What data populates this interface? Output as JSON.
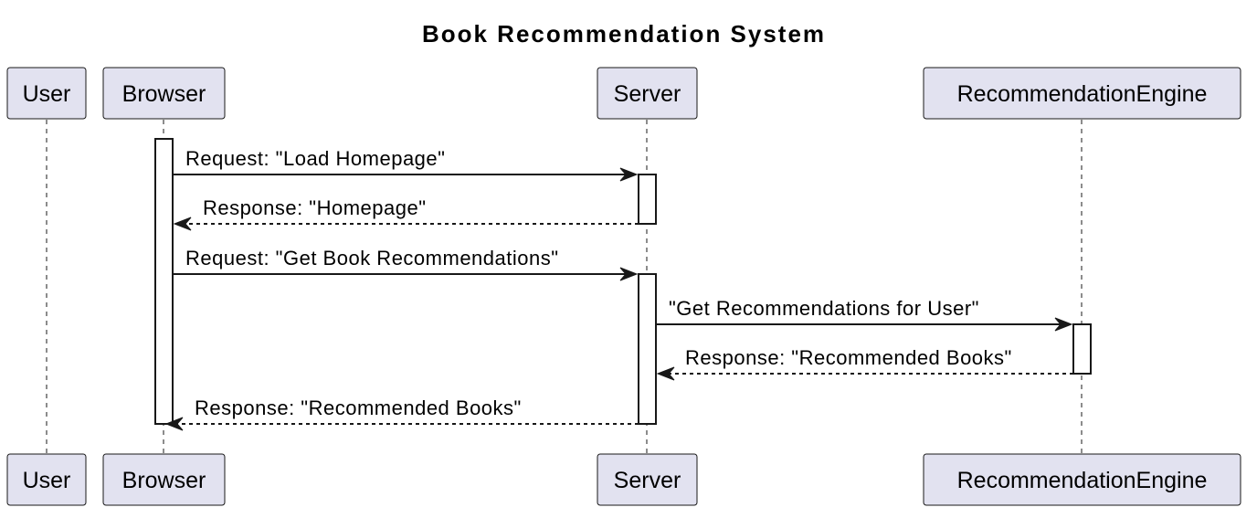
{
  "title": "Book Recommendation System",
  "participants": [
    {
      "id": "user",
      "label": "User"
    },
    {
      "id": "browser",
      "label": "Browser"
    },
    {
      "id": "server",
      "label": "Server"
    },
    {
      "id": "engine",
      "label": "RecommendationEngine"
    }
  ],
  "messages": [
    {
      "from": "browser",
      "to": "server",
      "label": "Request: \"Load Homepage\"",
      "style": "solid"
    },
    {
      "from": "server",
      "to": "browser",
      "label": "Response: \"Homepage\"",
      "style": "dashed"
    },
    {
      "from": "browser",
      "to": "server",
      "label": "Request: \"Get Book Recommendations\"",
      "style": "solid"
    },
    {
      "from": "server",
      "to": "engine",
      "label": "\"Get Recommendations for User\"",
      "style": "solid"
    },
    {
      "from": "engine",
      "to": "server",
      "label": "Response: \"Recommended Books\"",
      "style": "dashed"
    },
    {
      "from": "server",
      "to": "browser",
      "label": "Response: \"Recommended Books\"",
      "style": "dashed"
    }
  ]
}
